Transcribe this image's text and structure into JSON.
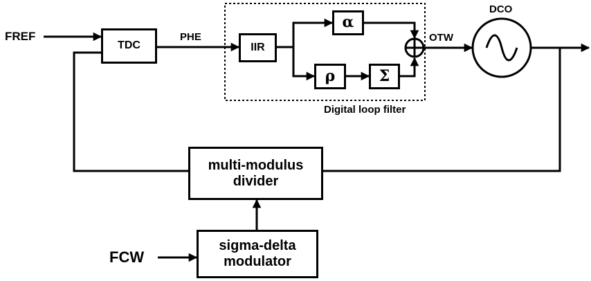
{
  "diagram": {
    "inputs": {
      "fref": "FREF",
      "fcw": "FCW"
    },
    "signals": {
      "phe": "PHE",
      "otw": "OTW"
    },
    "blocks": {
      "tdc": "TDC",
      "iir": "IIR",
      "alpha": "α",
      "rho": "ρ",
      "sigma": "Σ",
      "dco": "DCO",
      "divider_line1": "multi-modulus",
      "divider_line2": "divider",
      "sdm_line1": "sigma-delta",
      "sdm_line2": "modulator"
    },
    "filter_label": "Digital loop filter"
  }
}
